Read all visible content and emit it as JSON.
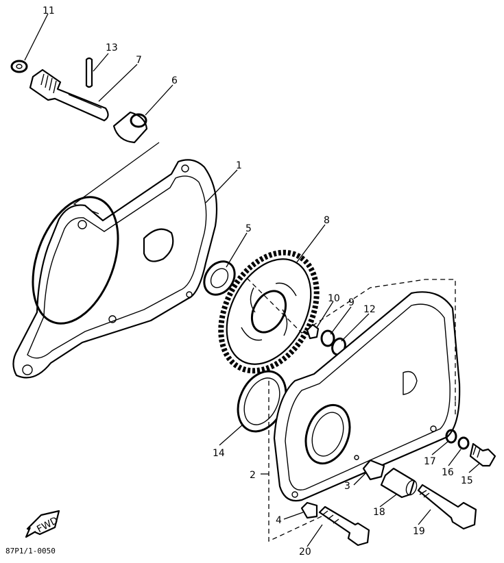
{
  "labels": {
    "p1": "1",
    "p2": "2",
    "p3": "3",
    "p4": "4",
    "p5": "5",
    "p6": "6",
    "p7": "7",
    "p8": "8",
    "p9": "9",
    "p10": "10",
    "p11": "11",
    "p12": "12",
    "p13": "13",
    "p14": "14",
    "p15": "15",
    "p16": "16",
    "p17": "17",
    "p18": "18",
    "p19": "19",
    "p20": "20"
  },
  "fwd_mark": "FWD",
  "drawing_code": "87P1/1-0050"
}
